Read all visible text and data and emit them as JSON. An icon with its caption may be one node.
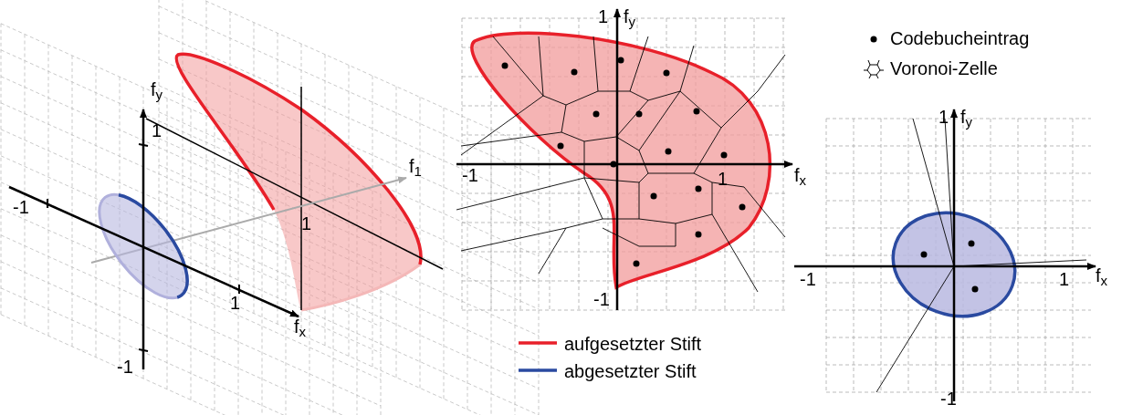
{
  "diagram": {
    "labels": [
      "f$_{y}$",
      "1",
      "f$_{1}$",
      "-1",
      "1",
      "1",
      "f$_{x}$",
      "-1",
      "1",
      "f$_{y}$",
      "-1",
      "1",
      "f$_{x}$",
      "-1",
      "1",
      "f$_{y}$",
      "-1",
      "1",
      "f$_{x}$",
      "-1"
    ],
    "legend": [
      {
        "text": "aufgesetzter Stift"
      },
      {
        "text": "abgesetzter Stift"
      },
      {
        "text": "Codebucheintrag"
      },
      {
        "text": "Voronoi-Zelle"
      }
    ]
  }
}
